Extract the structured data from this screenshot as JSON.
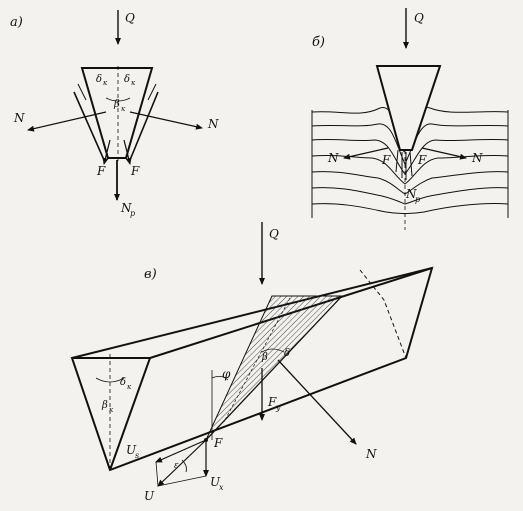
{
  "panel_a": {
    "label": "а)",
    "load": "Q",
    "normal_left": "N",
    "normal_right": "N",
    "friction_left": "F",
    "friction_right": "F",
    "resultant": "N",
    "resultant_sub": "p",
    "delta_left": "δ",
    "delta_left_sub": "к",
    "delta_right": "δ",
    "delta_right_sub": "к",
    "beta": "β",
    "beta_sub": "к"
  },
  "panel_b": {
    "label": "б)",
    "load": "Q",
    "normal_left": "N",
    "normal_right": "N",
    "friction_left": "F",
    "friction_right": "F",
    "resultant": "N",
    "resultant_sub": "p"
  },
  "panel_c": {
    "label": "в)",
    "load": "Q",
    "delta_main": "δ",
    "delta_main_sub": "к",
    "beta": "β",
    "beta_sub": "к",
    "phi": "φ",
    "delta_face": "δ",
    "beta_face": "β",
    "friction_y": "F",
    "friction_y_sub": "y",
    "friction": "F",
    "normal": "N",
    "vel_s": "U",
    "vel_s_sub": "s",
    "vel_x": "U",
    "vel_x_sub": "x",
    "vel": "U",
    "small_angle": "ε"
  }
}
